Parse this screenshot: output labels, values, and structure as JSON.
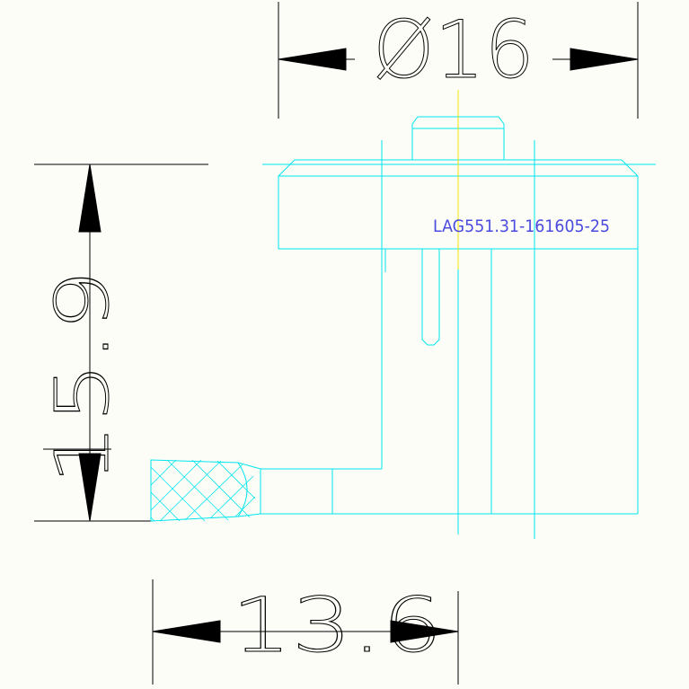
{
  "dimensions": {
    "diameter": "Ø16",
    "height": "15.9",
    "width": "13.6"
  },
  "part_label": "LAG551.31-161605-25",
  "colors": {
    "background": "#fdfdf8",
    "dimension": "#000000",
    "part_outline": "#00e5ee",
    "center_line": "#f2e600",
    "label": "#4a4adf"
  }
}
